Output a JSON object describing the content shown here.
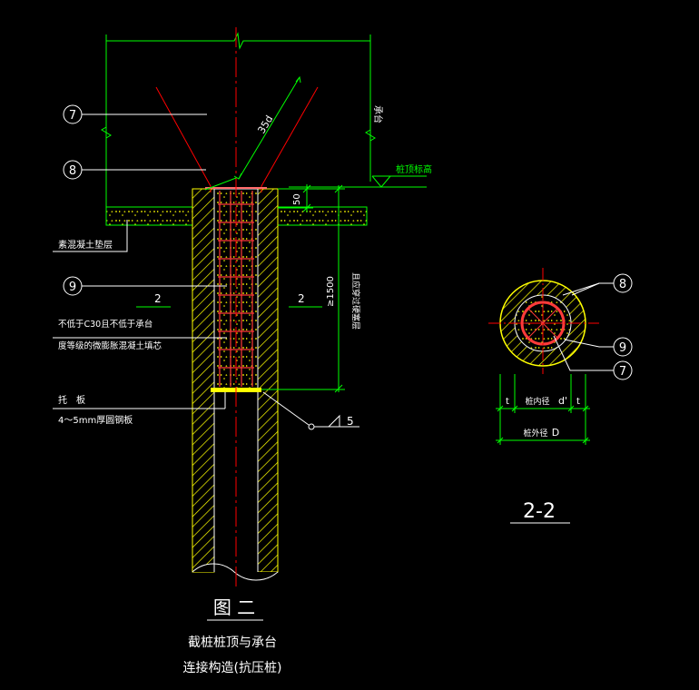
{
  "colors": {
    "bg": "#000000",
    "green": "#00ff00",
    "white": "#ffffff",
    "red": "#ff0000",
    "yellow": "#ffff00",
    "pink": "#ff6a6a",
    "mortar": "#3a3a00",
    "cage": "#ff3a3a"
  },
  "labels": {
    "cap": "承台",
    "pile_top_elev": "桩顶标高",
    "anchor_len": "35d",
    "dim_50": "50",
    "dim_1500": "≥1500",
    "insert_note": "且应穿过硬塞层",
    "cushion": "素混凝土垫层",
    "section_mark_left": "2",
    "section_mark_right": "2",
    "concrete_note_1": "不低于C30且不低于承台",
    "concrete_note_2": "度等级的微膨胀混凝土填芯",
    "plate_title": "托　板",
    "plate_spec": "4～5mm厚圆钢板",
    "weld": "5",
    "figure_no": "图 二",
    "caption_1": "截桩桩顶与承台",
    "caption_2": "连接构造(抗压桩)",
    "inner_dia": "桩内径",
    "inner_dia_sym": "d'",
    "t_left": "t",
    "t_right": "t",
    "outer_dia": "桩外径",
    "outer_dia_sym": "D",
    "section_title": "2-2"
  },
  "callouts": {
    "c7": "7",
    "c8": "8",
    "c9": "9",
    "s8": "8",
    "s9": "9",
    "s7": "7"
  }
}
